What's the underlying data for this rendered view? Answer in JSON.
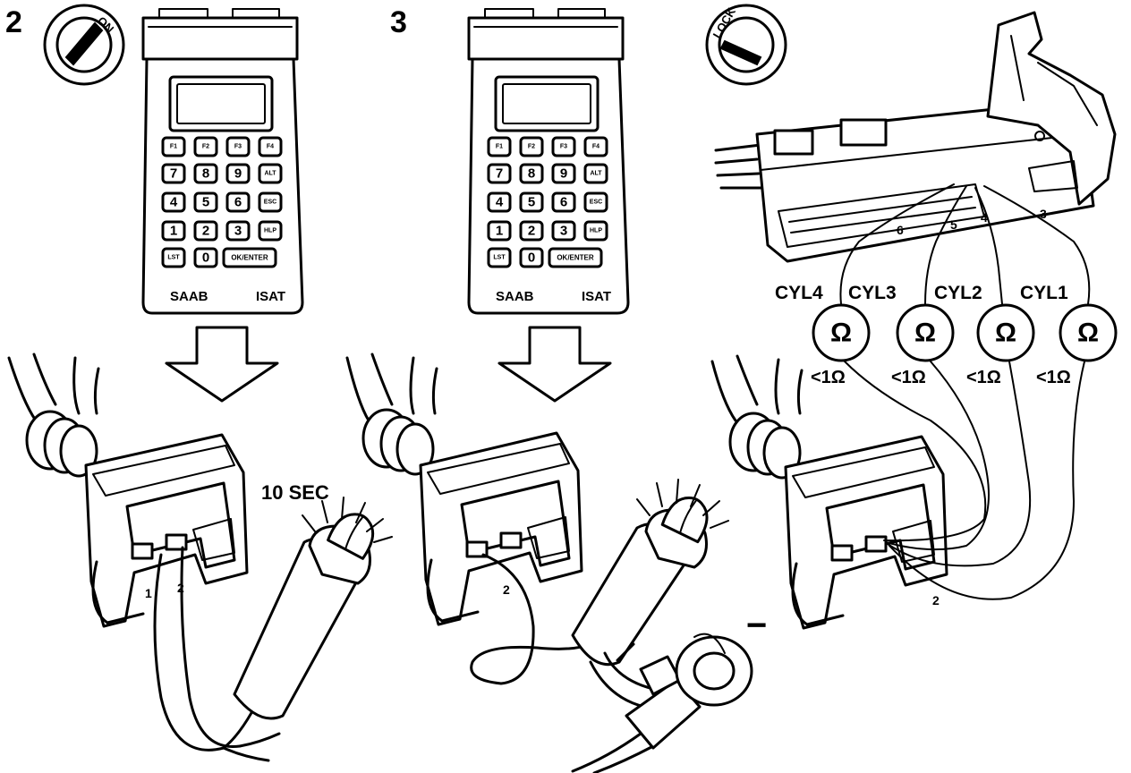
{
  "steps": [
    {
      "number": "2",
      "switch_label": "ON",
      "device": {
        "brand": "SAAB",
        "model": "ISAT",
        "keys": [
          [
            "F1",
            "F2",
            "F3",
            "F4"
          ],
          [
            "7",
            "8",
            "9",
            "ALT"
          ],
          [
            "4",
            "5",
            "6",
            "ESC"
          ],
          [
            "1",
            "2",
            "3",
            "HLP"
          ],
          [
            "LST",
            "0",
            "OK/ENTER"
          ]
        ]
      },
      "pin_labels": [
        "1",
        "2"
      ],
      "duration": "10 SEC"
    },
    {
      "number": "3",
      "device": {
        "brand": "SAAB",
        "model": "ISAT",
        "keys": [
          [
            "F1",
            "F2",
            "F3",
            "F4"
          ],
          [
            "7",
            "8",
            "9",
            "ALT"
          ],
          [
            "4",
            "5",
            "6",
            "ESC"
          ],
          [
            "1",
            "2",
            "3",
            "HLP"
          ],
          [
            "LST",
            "0",
            "OK/ENTER"
          ]
        ]
      },
      "pin_labels": [
        "2"
      ],
      "ground_symbol": "−"
    },
    {
      "switch_label": "LOCK",
      "ecu_pins": [
        "6",
        "5",
        "4",
        "3"
      ],
      "injector_pin": "2",
      "cylinders": [
        {
          "name": "CYL4",
          "symbol": "Ω",
          "reading": "<1Ω"
        },
        {
          "name": "CYL3",
          "symbol": "Ω",
          "reading": "<1Ω"
        },
        {
          "name": "CYL2",
          "symbol": "Ω",
          "reading": "<1Ω"
        },
        {
          "name": "CYL1",
          "symbol": "Ω",
          "reading": "<1Ω"
        }
      ]
    }
  ]
}
